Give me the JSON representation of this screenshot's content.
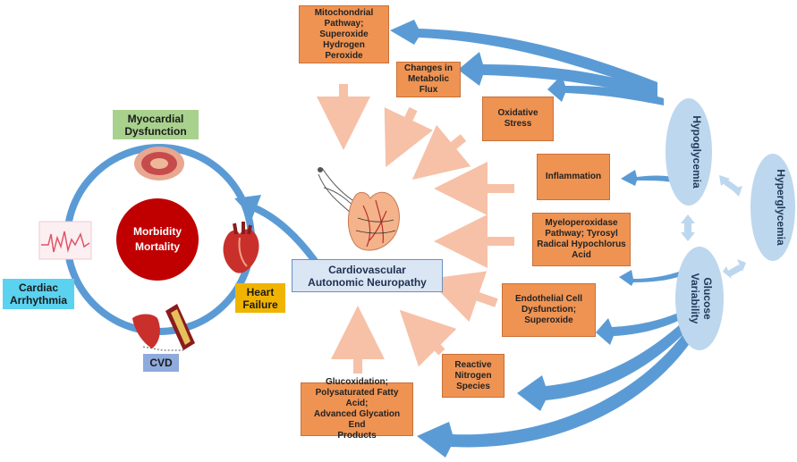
{
  "center_box": "Cardiovascular\nAutonomic  Neuropathy",
  "outcomes": {
    "center_circle": "Morbidity\nMortality",
    "myocardial": "Myocardial\nDysfunction",
    "arrhythmia": "Cardiac\nArrhythmia",
    "heart_failure": "Heart\nFailure",
    "cvd": "CVD"
  },
  "glycemia": {
    "hypoglycemia": "Hypoglycemia",
    "hyperglycemia": "Hyperglycemia",
    "glucose_variability": "Glucose\nVariability"
  },
  "mechanisms": {
    "mitochondrial": "Mitochondrial\nPathway;\nSuperoxide\nHydrogen Peroxide",
    "metabolic_flux": "Changes in\nMetabolic Flux",
    "oxidative_stress": "Oxidative\nStress",
    "inflammation": "Inflammation",
    "myeloperoxidase": "Myeloperoxidase\nPathway; Tyrosyl\nRadical Hypochlorus\nAcid",
    "endothelial": "Endothelial Cell\nDysfunction;\nSuperoxide",
    "reactive_nitrogen": "Reactive\nNitrogen\nSpecies",
    "glucoxidation": "Glucoxidation;\nPolysaturated Fatty Acid;\nAdvanced Glycation End\nProducts"
  },
  "colors": {
    "mechanism_box": "#ef9352",
    "arrow_blue": "#5b9bd5",
    "arrow_pink": "#f6c1a7",
    "ellipse": "#bdd7ee",
    "cycle_ring": "#5b9bd5",
    "morbidity_circle": "#c00000",
    "myocardial_label": "#a9d18e",
    "arrhythmia_label": "#5bd2f0",
    "heart_failure_label": "#f0b400",
    "cvd_label": "#8faadc",
    "center_box": "#dae6f4"
  },
  "icons": [
    "myocardium-icon",
    "heart-anatomy-icon",
    "ecg-icon",
    "artery-plaque-icon",
    "heart-nerve-icon"
  ]
}
